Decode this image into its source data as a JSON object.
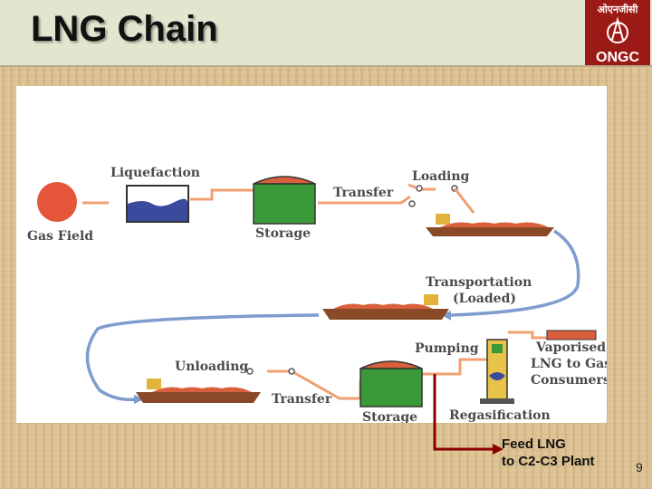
{
  "header": {
    "title": "LNG Chain",
    "logo": {
      "script_text": "ओएनजीसी",
      "brand_text": "ONGC",
      "color": "#9c1a16"
    }
  },
  "diagram": {
    "labels": {
      "gas_field": "Gas Field",
      "liquefaction": "Liquefaction",
      "storage_top": "Storage",
      "transfer_top": "Transfer",
      "loading": "Loading",
      "transportation_line1": "Transportation",
      "transportation_line2": "(Loaded)",
      "unloading": "Unloading",
      "transfer_bottom": "Transfer",
      "storage_bottom": "Storage",
      "pumping": "Pumping",
      "regasification": "Regasification",
      "vaporised_line1": "Vaporised",
      "vaporised_line2": "LNG to Gas",
      "vaporised_line3": "Consumers"
    },
    "colors": {
      "pipe": "#f0a070",
      "storage_tank": "#3a9a3a",
      "tank_dome": "#d9603c",
      "gas_field": "#e5553a",
      "liquid": "#3c4a9e",
      "ship_hull": "#8a4a28",
      "return_route": "#7f9ccf",
      "feed_line": "#8b0000"
    }
  },
  "feed_note": {
    "line1": "Feed LNG",
    "line2": "to C2-C3 Plant"
  },
  "page_number": "9"
}
